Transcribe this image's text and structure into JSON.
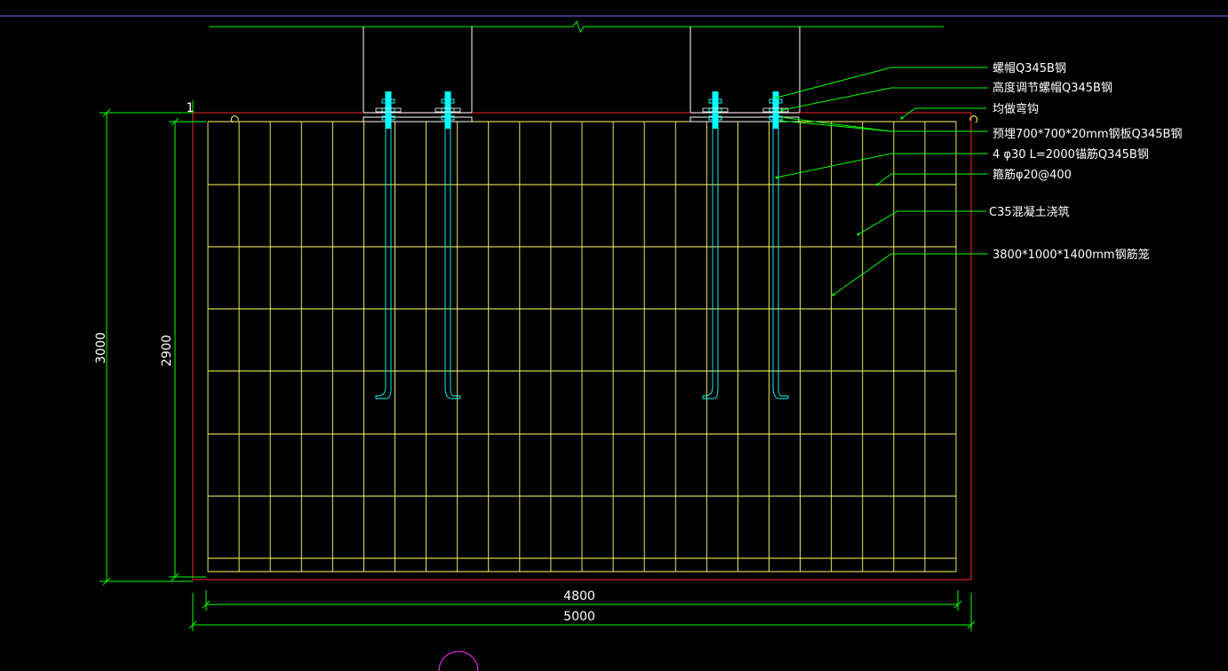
{
  "colors": {
    "background": "#000000",
    "leader": "#00ff00",
    "cage": "#ffff66",
    "outline": "#cc2222",
    "anchor": "#00ffff",
    "plate": "#ffffff",
    "top_border": "#6a6aff",
    "label": "#ffffff",
    "dimension": "#ffffff"
  },
  "section_mark": "1",
  "labels": [
    {
      "id": "nut",
      "text": "螺帽Q345B钢"
    },
    {
      "id": "adjust-nut",
      "text": "高度调节螺帽Q345B钢"
    },
    {
      "id": "hook",
      "text": "均做弯钩"
    },
    {
      "id": "plate",
      "text": "预埋700*700*20mm钢板Q345B钢"
    },
    {
      "id": "anchor",
      "text": "4 φ30 L=2000锚筋Q345B钢"
    },
    {
      "id": "stirrup",
      "text": "箍筋φ20@400"
    },
    {
      "id": "concrete",
      "text": "C35混凝土浇筑"
    },
    {
      "id": "cage",
      "text": "3800*1000*1400mm钢筋笼"
    }
  ],
  "dimensions": {
    "outer_height": "3000",
    "inner_height": "2900",
    "inner_width": "4800",
    "outer_width": "5000"
  }
}
